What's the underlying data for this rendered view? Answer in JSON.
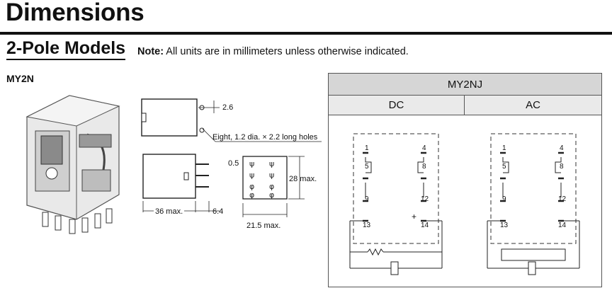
{
  "header": {
    "title": "Dimensions",
    "subtitle": "2-Pole Models",
    "note_label": "Note:",
    "note_text": " All units are in millimeters unless otherwise indicated."
  },
  "model": {
    "name": "MY2N"
  },
  "dimensions": {
    "d1": "2.6",
    "holes": "Eight, 1.2 dia. × 2.2 long holes",
    "d2": "0.5",
    "d3": "28 max.",
    "d4": "36 max.",
    "d5": "6.4",
    "d6": "21.5 max."
  },
  "schematic": {
    "model": "MY2NJ",
    "dc_label": "DC",
    "ac_label": "AC",
    "pins": [
      "1",
      "4",
      "5",
      "8",
      "9",
      "12",
      "13",
      "14"
    ],
    "plus": "+"
  }
}
